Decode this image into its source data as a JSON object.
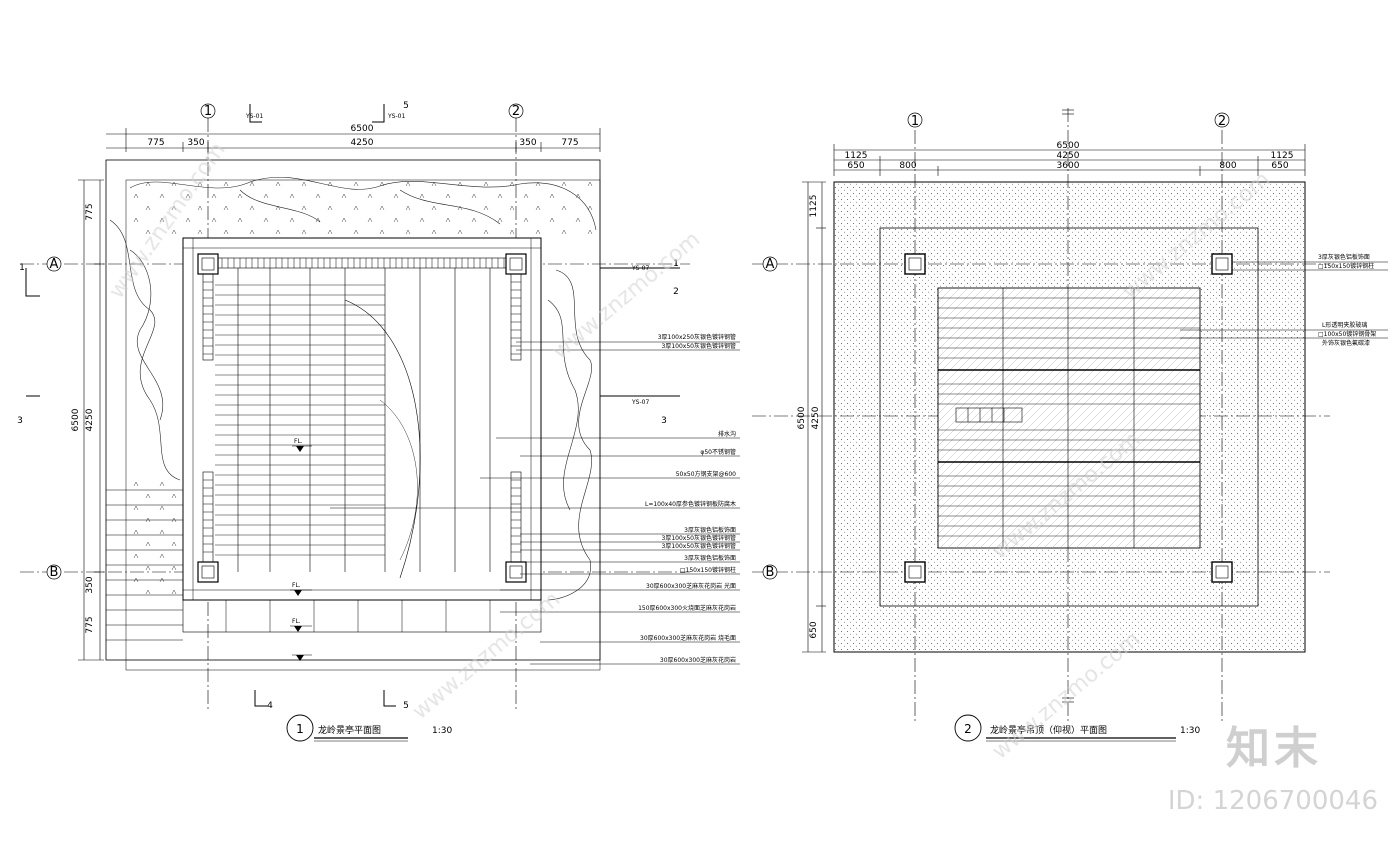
{
  "left_plan": {
    "axes": {
      "col1": "1",
      "col2": "2",
      "rowA": "A",
      "rowB": "B"
    },
    "dims_top": {
      "d1": "775",
      "d2": "350",
      "d3": "6500",
      "d4": "4250",
      "d5": "350",
      "d6": "775"
    },
    "dims_left": {
      "d1": "775",
      "d2": "6500",
      "d3": "4250",
      "d4": "350",
      "d5": "775"
    },
    "section_marks": {
      "s1": "1",
      "s2": "2",
      "s3": "3",
      "s4": "3",
      "s5": "4",
      "s6": "5",
      "s7": "5",
      "s8": "1"
    },
    "detail_refs": {
      "r1": "YS-01",
      "r2": "YS-01",
      "r3": "YS-07",
      "r4": "YS-07"
    },
    "elev_marks": {
      "e1": "FL.",
      "e2": "FL.",
      "e3": "FL."
    },
    "annotations": [
      "3厚100x250灰银色镀锌钢管",
      "3厚100x50灰银色镀锌钢管",
      "排水沟",
      "φ50不锈钢管",
      "50x50方钢支架@600",
      "L=100x40厚参色镀锌钢板防腐木",
      "3厚灰银色铝板饰面",
      "3厚100x50灰银色镀锌钢管",
      "3厚100x50灰银色镀锌钢管",
      "3厚灰银色铝板饰面",
      "□150x150镀锌钢柱",
      "30厚600x300芝麻灰花岗岩 光面",
      "150厚600x300火烧面芝麻灰花岗岩",
      "30厚600x300芝麻灰花岗岩 烧毛面",
      "30厚600x300芝麻灰花岗岩"
    ],
    "title_num": "1",
    "title": "龙岭景亭平面图",
    "scale": "1:30"
  },
  "right_plan": {
    "axes": {
      "col1": "1",
      "col2": "2",
      "rowA": "A",
      "rowB": "B"
    },
    "dims_top": {
      "d1": "1125",
      "d2": "6500",
      "d3": "4250",
      "d4": "1125",
      "d5": "650",
      "d6": "800",
      "d7": "3600",
      "d8": "800",
      "d9": "650"
    },
    "dims_left": {
      "d1": "1125",
      "d2": "6500",
      "d3": "4250",
      "d4": "650"
    },
    "annotations": [
      "3厚灰银色铝板饰面",
      "□150x150镀锌钢柱",
      "L形透明夹胶玻璃",
      "□100x50镀锌钢骨架",
      "外饰灰银色氟碳漆"
    ],
    "title_num": "2",
    "title": "龙岭景亭吊顶（仰视）平面图",
    "scale": "1:30"
  },
  "watermark": {
    "logo": "知末",
    "id": "ID: 1206700046",
    "site": "www.znzmo.com"
  }
}
